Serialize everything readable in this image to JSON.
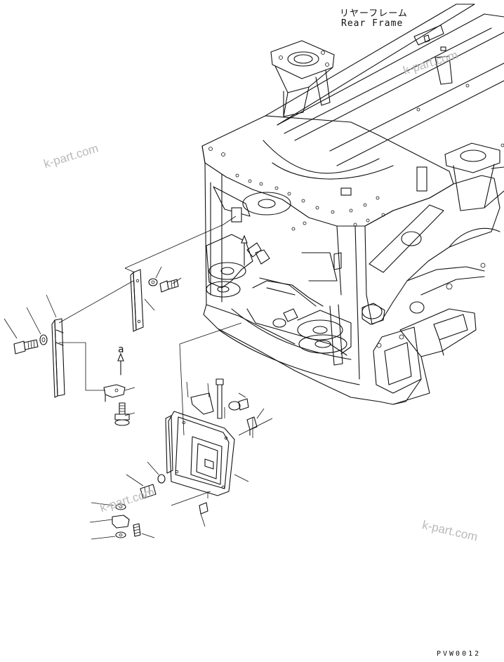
{
  "diagram": {
    "title_jp": "リヤーフレーム",
    "title_en": "Rear Frame",
    "drawing_code": "PVW0012",
    "callout_letter": "a"
  },
  "watermarks": [
    "k-part.com",
    "k-part.com",
    "k-part.com",
    "k-part.com"
  ],
  "colors": {
    "ink": "#111111",
    "watermark": "#b9b9b9",
    "background": "#ffffff"
  }
}
